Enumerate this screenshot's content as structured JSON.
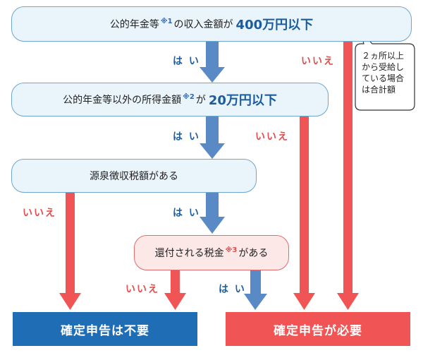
{
  "colors": {
    "yes_arrow": "#5a8ac6",
    "no_arrow": "#f05454",
    "result_not_required": "#1f6db5",
    "result_required": "#f05454",
    "condition_fill": "#eaf4fb",
    "refund_fill": "#fde8e8"
  },
  "conditions": {
    "c1": {
      "text": "公的年金等",
      "note_mark": "※1",
      "suffix": "の収入金額が",
      "highlight": "400万円以下"
    },
    "c2": {
      "text": "公的年金等以外の所得金額",
      "note_mark": "※2",
      "suffix": "が",
      "highlight": "20万円以下"
    },
    "c3": {
      "text": "源泉徴収税額がある"
    },
    "c4": {
      "text": "還付される税金",
      "note_mark": "※3",
      "suffix": "がある"
    }
  },
  "labels": {
    "yes": "は い",
    "no": "いいえ"
  },
  "callout": {
    "lines": [
      "２ヵ所以上",
      "から受給し",
      "ている場合",
      "は合計額"
    ]
  },
  "results": {
    "not_required": "確定申告は不要",
    "required": "確定申告が必要"
  }
}
